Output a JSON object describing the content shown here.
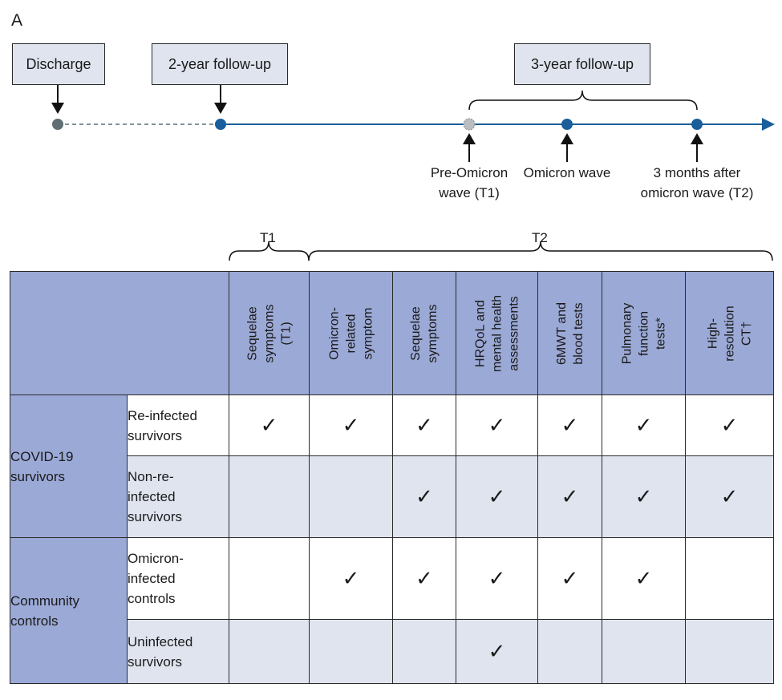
{
  "panel_label": "A",
  "timeline": {
    "boxes": {
      "discharge": "Discharge",
      "two_year": "2-year follow-up",
      "three_year": "3-year follow-up"
    },
    "labels": {
      "pre_omicron": [
        "Pre-Omicron",
        "wave (T1)"
      ],
      "omicron_wave": "Omicron wave",
      "post_omicron": [
        "3 months after",
        "omicron wave (T2)"
      ]
    }
  },
  "table": {
    "brace_t1": "T1",
    "brace_t2": "T2",
    "columns": [
      [
        "Sequelae",
        "symptoms",
        "(T1)"
      ],
      [
        "Omicron-",
        "related",
        "symptom"
      ],
      [
        "Sequelae",
        "symptoms"
      ],
      [
        "HRQoL and",
        "mental health",
        "assessments"
      ],
      [
        "6MWT and",
        "blood tests"
      ],
      [
        "Pulmonary",
        "function",
        "tests*"
      ],
      [
        "High-",
        "resolution",
        "CT†"
      ]
    ],
    "groups": [
      {
        "name": [
          "COVID-19",
          "survivors"
        ],
        "rows": [
          {
            "label": [
              "Re-infected",
              "survivors"
            ],
            "checks": [
              true,
              true,
              true,
              true,
              true,
              true,
              true
            ]
          },
          {
            "label": [
              "Non-re-",
              "infected",
              "survivors"
            ],
            "checks": [
              false,
              false,
              true,
              true,
              true,
              true,
              true
            ]
          }
        ]
      },
      {
        "name": [
          "Community",
          "controls"
        ],
        "rows": [
          {
            "label": [
              "Omicron-",
              "infected",
              "controls"
            ],
            "checks": [
              false,
              true,
              true,
              true,
              true,
              true,
              false
            ]
          },
          {
            "label": [
              "Uninfected",
              "survivors"
            ],
            "checks": [
              false,
              false,
              false,
              true,
              false,
              false,
              false
            ]
          }
        ]
      }
    ],
    "check_symbol": "✓"
  },
  "colors": {
    "timeline_blue": "#1a5e9b",
    "grey_node": "#5f6f74",
    "header_fill": "#9ba9d6",
    "box_fill": "#dfe4ef"
  }
}
